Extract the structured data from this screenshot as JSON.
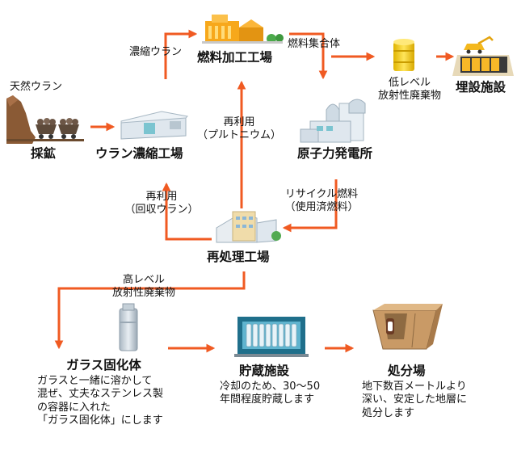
{
  "nodes": {
    "natural_uranium": "天然ウラン",
    "mining": "採鉱",
    "enrichment_plant": "ウラン濃縮工場",
    "fuel_fabrication": "燃料加工工場",
    "nuclear_power_plant": "原子力発電所",
    "reprocessing_plant": "再処理工場",
    "llw_label": [
      "低レベル",
      "放射性廃棄物"
    ],
    "burial_facility": "埋設施設",
    "glass_vitrified": "ガラス固化体",
    "storage_facility": "貯蔵施設",
    "disposal_site": "処分場"
  },
  "edges": {
    "enriched_uranium": "濃縮ウラン",
    "fuel_assembly": "燃料集合体",
    "reuse_plutonium": [
      "再利用",
      "（プルトニウム）"
    ],
    "recycle_fuel": [
      "リサイクル燃料",
      "（使用済燃料）"
    ],
    "reuse_uranium": [
      "再利用",
      "（回収ウラン）"
    ],
    "hlw": [
      "高レベル",
      "放射性廃棄物"
    ]
  },
  "descriptions": {
    "glass": [
      "ガラスと一緒に溶かして",
      "混ぜ、丈夫なステンレス製",
      "の容器に入れた",
      "「ガラス固化体」にします"
    ],
    "storage": [
      "冷却のため、30〜50",
      "年間程度貯蔵します"
    ],
    "disposal": [
      "地下数百メートルより",
      "深い、安定した地層に",
      "処分します"
    ]
  },
  "colors": {
    "arrow": "#f05a22",
    "roof": "#f7a81b",
    "building": "#dfe7ee"
  }
}
